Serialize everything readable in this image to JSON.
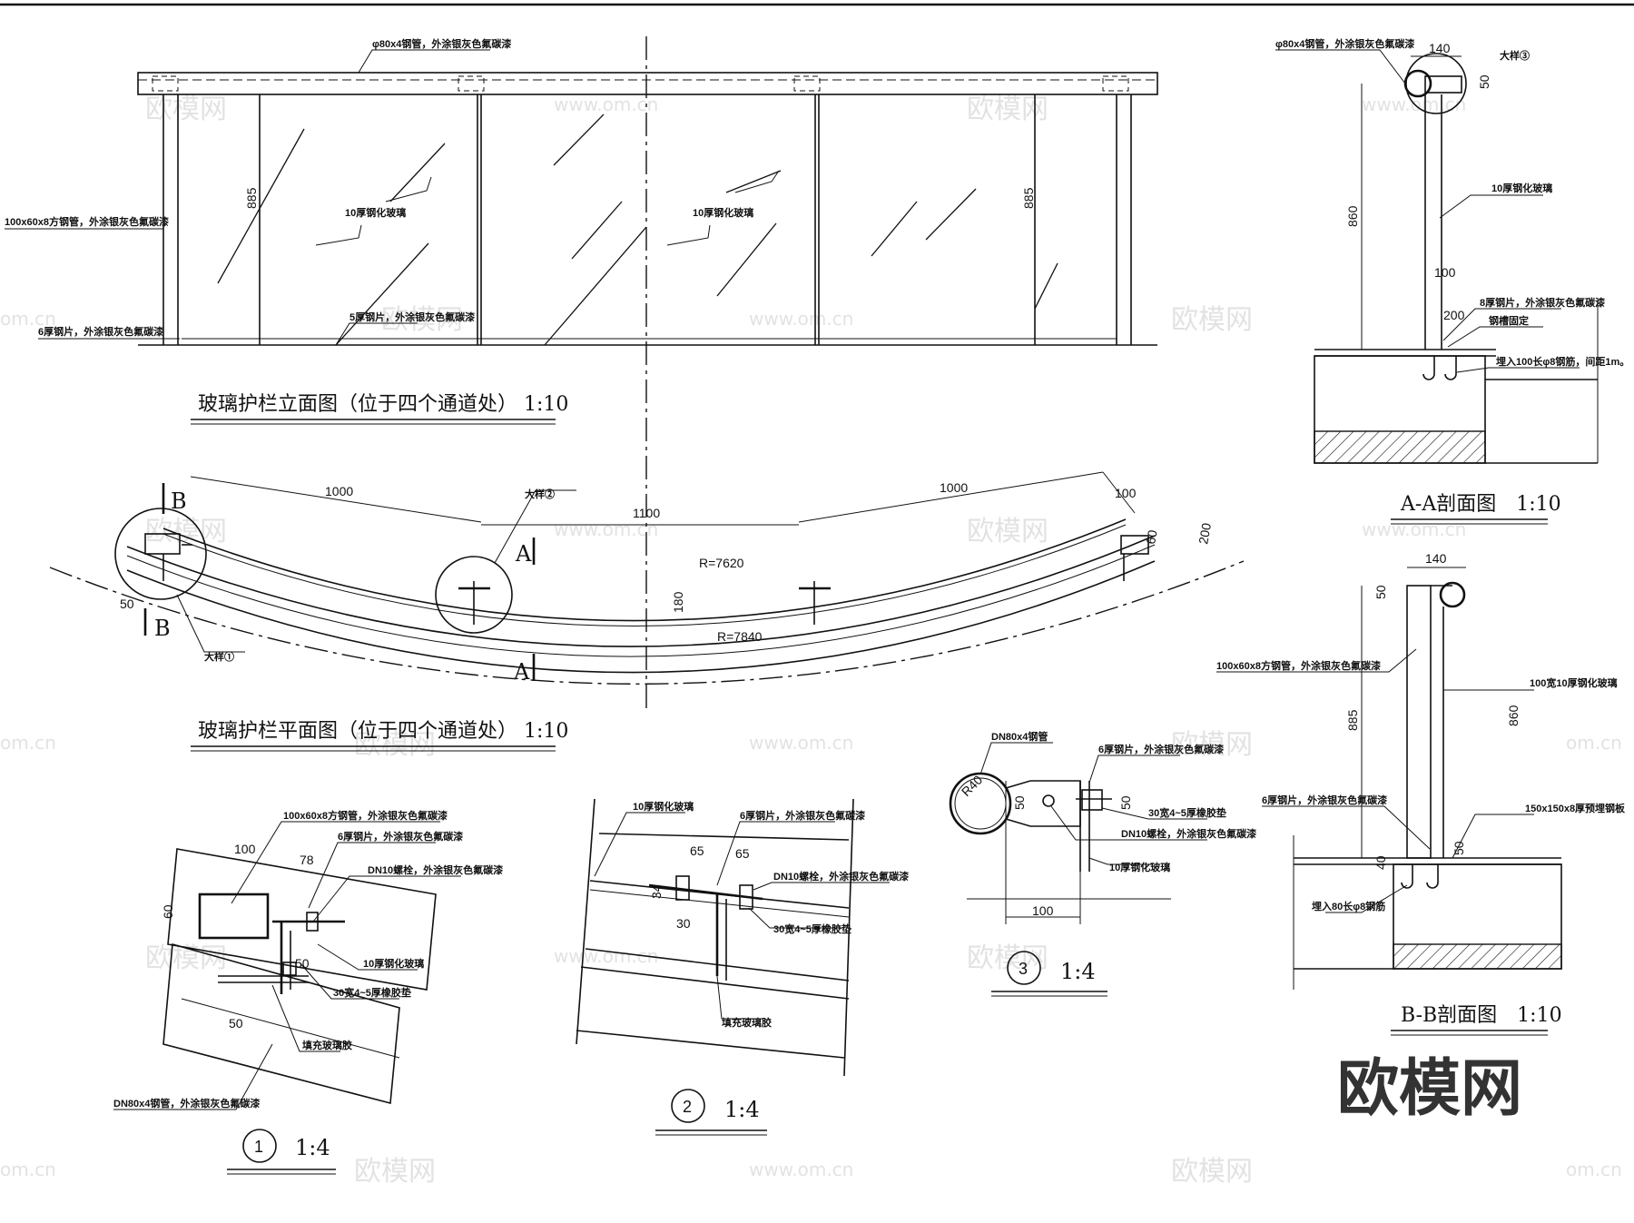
{
  "elevation": {
    "title": "玻璃护栏立面图（位于四个通道处） 1:10",
    "labels": {
      "handrail": "φ80x4钢管，外涂银灰色氟碳漆",
      "post": "100x60x8方钢管，外涂银灰色氟碳漆",
      "plate": "6厚钢片，外涂银灰色氟碳漆",
      "base_channel": "5厚钢片，外涂银灰色氟碳漆",
      "glass1": "10厚钢化玻璃",
      "glass2": "10厚钢化玻璃"
    },
    "dims": {
      "h_left": "885",
      "h_right": "885"
    }
  },
  "plan": {
    "title": "玻璃护栏平面图（位于四个通道处） 1:10",
    "dims": {
      "d1": "1000",
      "d2": "1100",
      "d3": "1000",
      "d4": "100",
      "d5": "60",
      "d6": "200",
      "d7": "180",
      "d8": "50"
    },
    "radius_inner": "R=7620",
    "radius_outer": "R=7840",
    "detail1": "大样①",
    "detail2": "大样②",
    "sec_b_top": "B",
    "sec_b_bot": "B",
    "sec_a_top": "A",
    "sec_a_bot": "A"
  },
  "section_aa": {
    "title": "A-A剖面图　1:10",
    "labels": {
      "handrail": "φ80x4钢管，外涂银灰色氟碳漆",
      "glass": "10厚钢化玻璃",
      "plate": "8厚钢片，外涂银灰色氟碳漆",
      "channel": "钢槽固定",
      "anchor": "埋入100长φ8钢筋，间距1m。"
    },
    "detail_ref": "大样③",
    "dims": {
      "w140": "140",
      "h860": "860",
      "d100": "100",
      "d200": "200",
      "d50": "50"
    }
  },
  "section_bb": {
    "title": "B-B剖面图　1:10",
    "labels": {
      "post": "100x60x8方钢管，外涂银灰色氟碳漆",
      "glass": "100宽10厚钢化玻璃",
      "plate": "6厚钢片，外涂银灰色氟碳漆",
      "base": "150x150x8厚预埋钢板",
      "anchor": "埋入80长φ8钢筋"
    },
    "dims": {
      "w140": "140",
      "h885": "885",
      "h860": "860",
      "d50a": "50",
      "d40": "40",
      "d50b": "50"
    }
  },
  "detail1": {
    "num": "1",
    "scale": "1:4",
    "labels": {
      "post": "100x60x8方钢管，外涂银灰色氟碳漆",
      "plate": "6厚钢片，外涂银灰色氟碳漆",
      "bolt": "DN10螺栓，外涂银灰色氟碳漆",
      "glass": "10厚钢化玻璃",
      "gap": "30宽4~5厚橡胶垫",
      "glue": "填充玻璃胶",
      "rail": "DN80x4钢管，外涂银灰色氟碳漆"
    },
    "dims": {
      "d100": "100",
      "d78": "78",
      "d60": "60",
      "d50a": "50",
      "d50b": "50"
    }
  },
  "detail2": {
    "num": "2",
    "scale": "1:4",
    "labels": {
      "glass": "10厚钢化玻璃",
      "plate": "6厚钢片，外涂银灰色氟碳漆",
      "bolt": "DN10螺栓，外涂银灰色氟碳漆",
      "gap": "30宽4~5厚橡胶垫",
      "glue": "填充玻璃胶"
    },
    "dims": {
      "d65a": "65",
      "d65b": "65",
      "d34": "34",
      "d30": "30"
    }
  },
  "detail3": {
    "num": "3",
    "scale": "1:4",
    "labels": {
      "rail": "DN80x4钢管",
      "plate": "6厚钢片，外涂银灰色氟碳漆",
      "gap": "30宽4~5厚橡胶垫",
      "bolt": "DN10螺栓，外涂银灰色氟碳漆",
      "glass": "10厚钢化玻璃"
    },
    "dims": {
      "r40": "R40",
      "d50a": "50",
      "d50b": "50",
      "d100": "100"
    }
  },
  "brand": "欧模网",
  "watermarks": {
    "logo": "欧模网",
    "url": "www.om.cn",
    "short": "om.cn"
  }
}
